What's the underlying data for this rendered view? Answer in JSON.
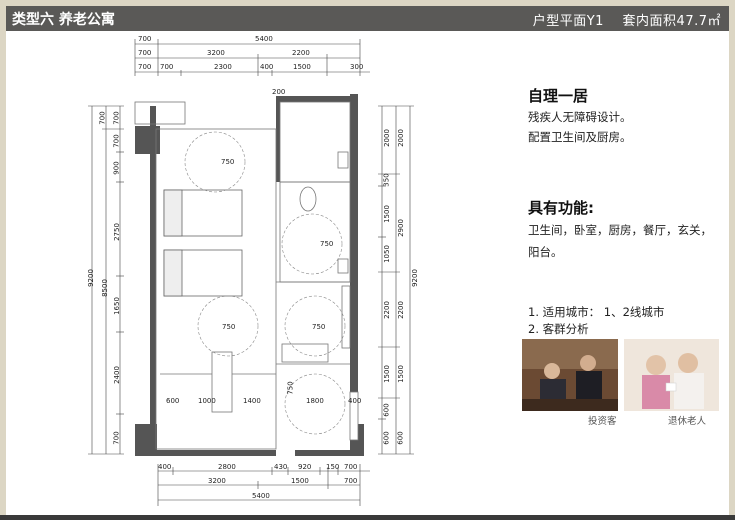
{
  "header": {
    "title": "类型六 养老公寓",
    "plan_code": "户型平面Y1",
    "area": "套内面积47.7㎡"
  },
  "plan": {
    "dims_top_row1": [
      "700",
      "5400"
    ],
    "dims_top_row2": [
      "700",
      "3200",
      "2200"
    ],
    "dims_top_row3": [
      "700",
      "700",
      "2300",
      "400",
      "1500",
      "300"
    ],
    "dims_bottom_row1": [
      "400",
      "2800",
      "430",
      "920",
      "150",
      "700"
    ],
    "dims_bottom_row2": [
      "3200",
      "1500",
      "700"
    ],
    "dims_bottom_row3": [
      "5400"
    ],
    "dims_left_outer": "9200",
    "dims_left_mid": [
      "700",
      "8500"
    ],
    "dims_left_inner": [
      "700",
      "700",
      "900",
      "2750",
      "1650",
      "2400",
      "700"
    ],
    "dims_right_inner": [
      "2000",
      "350",
      "1500",
      "1050",
      "2200",
      "1500",
      "600",
      "600"
    ],
    "dims_right_mid": [
      "2000",
      "2900",
      "2200",
      "1500",
      "600"
    ],
    "dims_right_outer": "9200",
    "dims_interior": [
      "200",
      "600",
      "1000",
      "1400",
      "750",
      "1800",
      "400"
    ],
    "circle_labels": [
      "750",
      "750",
      "750",
      "750"
    ]
  },
  "intro": {
    "title": "自理一居",
    "lines": [
      "残疾人无障碍设计。",
      "配置卫生间及厨房。"
    ]
  },
  "features": {
    "title": "具有功能:",
    "lines": [
      "卫生间，卧室，厨房，餐厅，玄关，",
      "阳台。"
    ]
  },
  "info": {
    "items": [
      "1. 适用城市：  1、2线城市",
      "2. 客群分析"
    ]
  },
  "photos": {
    "captions": [
      "投资客",
      "退休老人"
    ]
  }
}
